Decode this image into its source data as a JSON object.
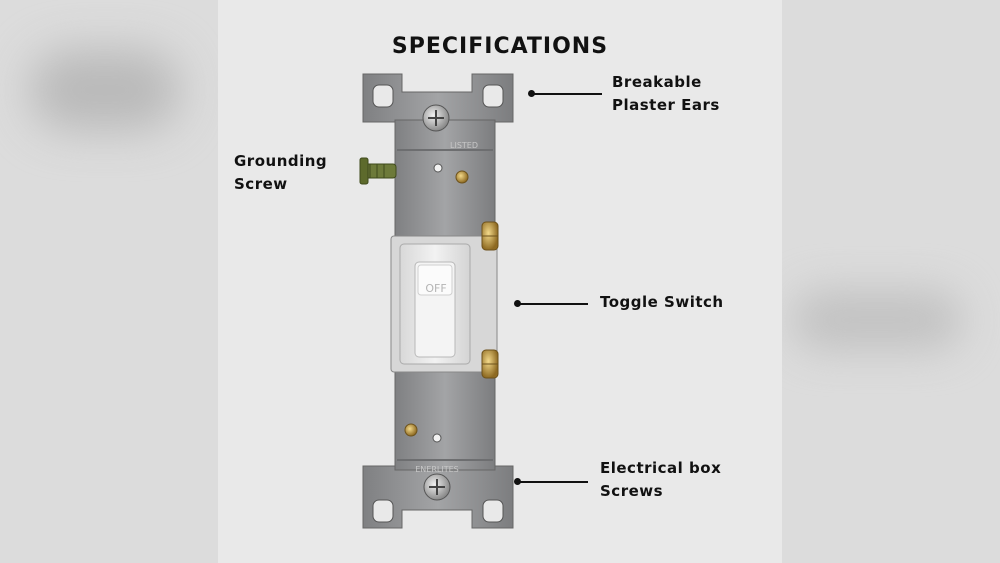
{
  "title": "SPECIFICATIONS",
  "labels": {
    "plaster_ears": [
      "Breakable",
      "Plaster Ears"
    ],
    "grounding_screw": [
      "Grounding",
      "Screw"
    ],
    "toggle_switch": "Toggle Switch",
    "box_screws": [
      "Electrical box",
      "Screws"
    ]
  },
  "device_markings": {
    "toggle_text": "OFF",
    "listed_text": "LISTED",
    "brand_text": "ENERLITES"
  },
  "colors": {
    "text": "#111111",
    "metal": "#8e8e90",
    "switch_body": "#ececec",
    "brass": "#b8913c"
  }
}
